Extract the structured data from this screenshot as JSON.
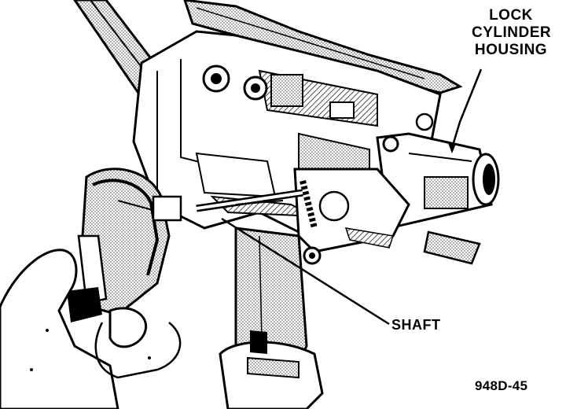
{
  "labels": {
    "lock_cylinder_housing": [
      "LOCK",
      "CYLINDER",
      "HOUSING"
    ],
    "shaft": "SHAFT",
    "figure_number": "948D-45"
  },
  "colors": {
    "ink": "#000000",
    "shading": "#bdbdbd",
    "paper": "#ffffff"
  }
}
